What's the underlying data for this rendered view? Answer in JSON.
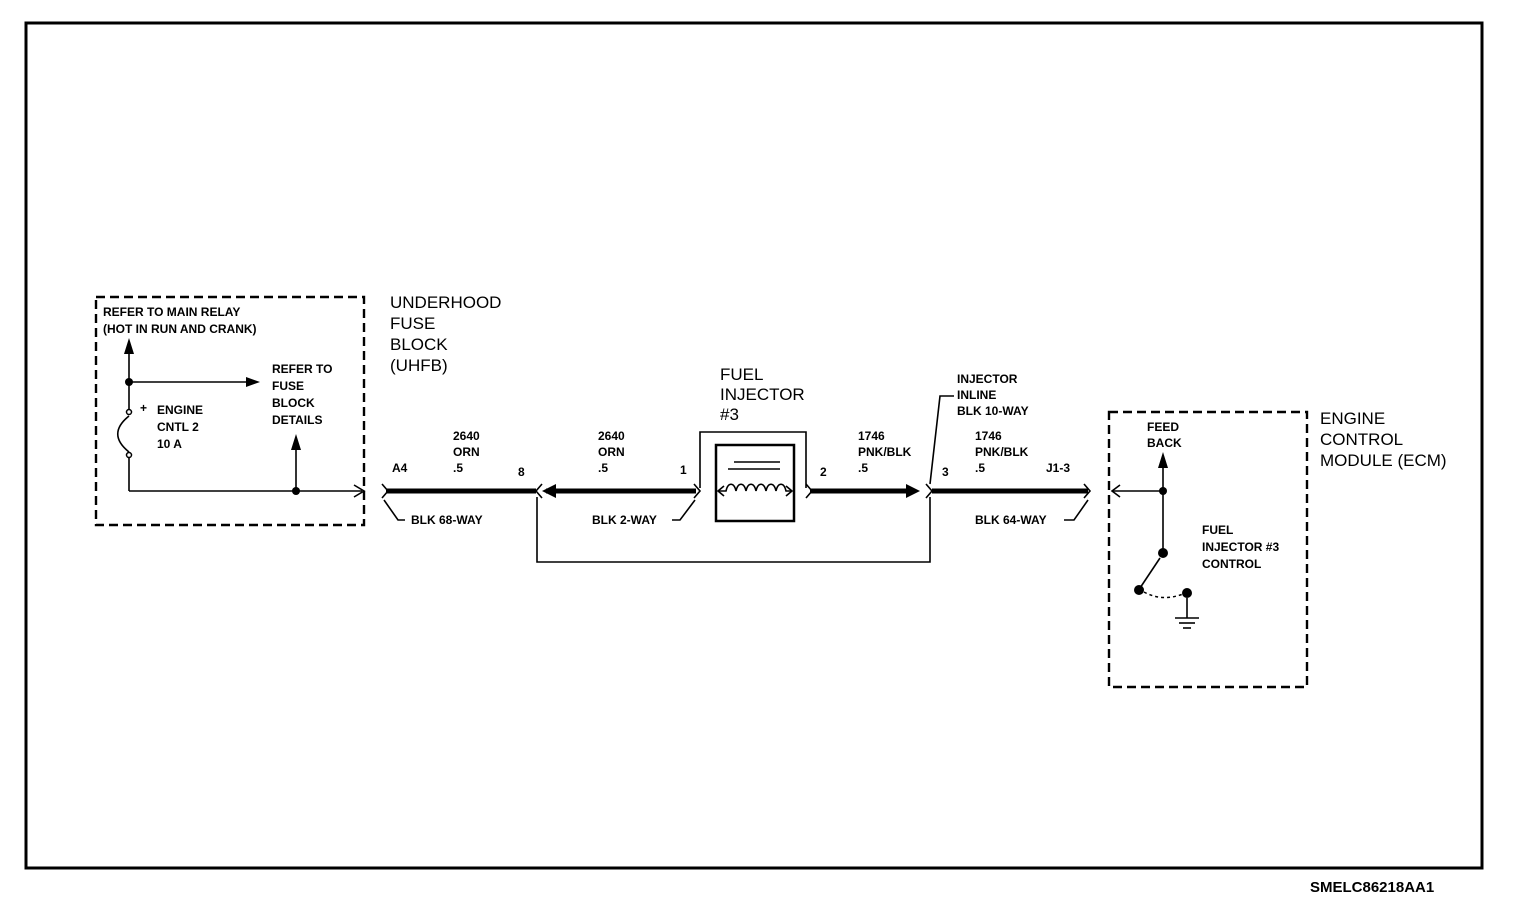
{
  "doc_id": "SMELC86218AA1",
  "fuse_box": {
    "relay_line1": "REFER TO MAIN RELAY",
    "relay_line2": "(HOT IN RUN AND CRANK)",
    "fuse_plus": "+",
    "fuse_name1": "ENGINE",
    "fuse_name2": "CNTL 2",
    "fuse_rating": "10 A",
    "refer1": "REFER TO",
    "refer2": "FUSE",
    "refer3": "BLOCK",
    "refer4": "DETAILS"
  },
  "uhfb": {
    "line1": "UNDERHOOD",
    "line2": "FUSE",
    "line3": "BLOCK",
    "line4": "(UHFB)"
  },
  "injector": {
    "line1": "FUEL",
    "line2": "INJECTOR",
    "line3": "#3"
  },
  "inline_conn": {
    "line1": "INJECTOR",
    "line2": "INLINE",
    "line3": "BLK 10-WAY"
  },
  "ecm": {
    "line1": "ENGINE",
    "line2": "CONTROL",
    "line3": "MODULE (ECM)",
    "feed1": "FEED",
    "feed2": "BACK",
    "ctrl1": "FUEL",
    "ctrl2": "INJECTOR #3",
    "ctrl3": "CONTROL"
  },
  "pins": {
    "a4": "A4",
    "p8": "8",
    "p1": "1",
    "p2": "2",
    "p3": "3",
    "j13": "J1-3"
  },
  "wires": {
    "w1_circuit": "2640",
    "w1_color": "ORN",
    "w1_size": ".5",
    "w2_circuit": "2640",
    "w2_color": "ORN",
    "w2_size": ".5",
    "w3_circuit": "1746",
    "w3_color": "PNK/BLK",
    "w3_size": ".5",
    "w4_circuit": "1746",
    "w4_color": "PNK/BLK",
    "w4_size": ".5"
  },
  "connectors": {
    "c68": "BLK 68-WAY",
    "c2": "BLK 2-WAY",
    "c64": "BLK 64-WAY"
  }
}
